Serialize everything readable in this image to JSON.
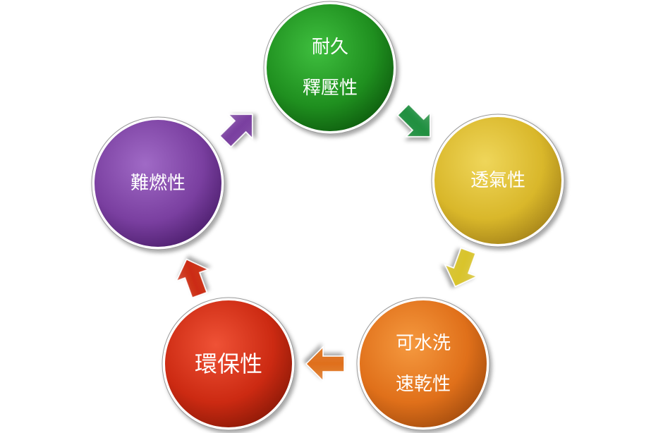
{
  "diagram": {
    "type": "cycle",
    "nodes": [
      {
        "id": "durability",
        "lines": [
          "耐久",
          "釋壓性"
        ],
        "color": "#1f8f1f",
        "color_light": "#3fbf3f",
        "color_dark": "#0f5f0f"
      },
      {
        "id": "breathability",
        "lines": [
          "透氣性"
        ],
        "color": "#d9b72a",
        "color_light": "#efd65a",
        "color_dark": "#a8861a"
      },
      {
        "id": "washable",
        "lines": [
          "可水洗",
          "速乾性"
        ],
        "color": "#e0701a",
        "color_light": "#f5993f",
        "color_dark": "#a84f0f"
      },
      {
        "id": "eco",
        "lines": [
          "環保性"
        ],
        "color": "#cc2a12",
        "color_light": "#ef5236",
        "color_dark": "#8f1a08"
      },
      {
        "id": "flame",
        "lines": [
          "難燃性"
        ],
        "color": "#7a3fa0",
        "color_light": "#a06ac6",
        "color_dark": "#4f2070"
      }
    ],
    "arrows": [
      {
        "from": "durability",
        "to": "breathability",
        "color": "#1f8f3f"
      },
      {
        "from": "breathability",
        "to": "washable",
        "color": "#d9c42a"
      },
      {
        "from": "washable",
        "to": "eco",
        "color": "#e0701a"
      },
      {
        "from": "eco",
        "to": "flame",
        "color": "#cc2a12"
      },
      {
        "from": "flame",
        "to": "durability",
        "color": "#7a3fa0"
      }
    ]
  }
}
